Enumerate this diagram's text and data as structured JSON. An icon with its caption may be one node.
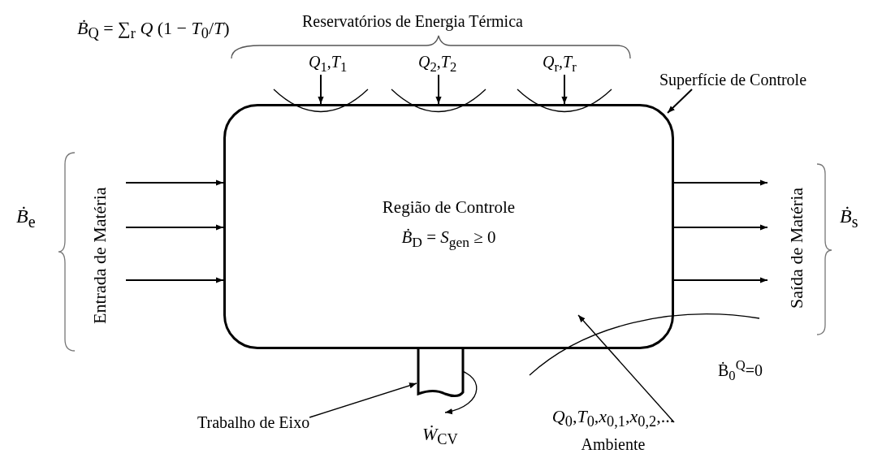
{
  "diagram": {
    "nodes": [
      {
        "text": [
          "*Q*$_{1}$,*T*$_{1}$"
        ]
      },
      {
        "text": [
          "*Q*$_{2}$,*T*$_{2}$"
        ]
      },
      {
        "text": [
          "*Q*$_{r}$,*T*$_{r}$"
        ]
      },
      {
        "text": [
          "Superfície de Controle"
        ]
      },
      {
        "text": [
          "Região de Controle",
          "*Ḃ*$_{D}$ = *S*$_{gen}$ ≥ 0"
        ]
      },
      {
        "text": [],
        "shape": "box"
      },
      {
        "text": [
          "Trabalho de Eixo"
        ]
      },
      {
        "text": [
          "*Q*$_{0}$,*T*$_{0}$,*x*$_{0,1}$,*x*$_{0,2}$,...",
          "Ambiente"
        ]
      }
    ],
    "edges": [
      {
        "from": 0,
        "to": 4,
        "arrow": "to"
      },
      {
        "from": 1,
        "to": 4,
        "arrow": "to"
      },
      {
        "from": 2,
        "to": 4,
        "arrow": "to"
      },
      {
        "from": 3,
        "to": 4,
        "arrow": "to"
      },
      {
        "from": null,
        "to": 4,
        "arrow": "to"
      },
      {
        "from": null,
        "to": 4,
        "arrow": "to"
      },
      {
        "from": null,
        "to": 4,
        "arrow": "to"
      },
      {
        "from": 4,
        "to": null,
        "arrow": "to"
      },
      {
        "from": 4,
        "to": null,
        "arrow": "to"
      },
      {
        "from": 4,
        "to": null,
        "arrow": "to"
      },
      {
        "from": 6,
        "to": 5,
        "arrow": "to"
      },
      {
        "from": 7,
        "to": 4,
        "arrow": "to"
      }
    ],
    "labels": [
      "*Ḃ*$_{Q}$ = ∑$_{r}$ *Q* (1 − *T*$_{0}$/*T*)",
      "Reservatórios de Energia Térmica",
      "Entrada de Matéria",
      "*Ḃ*$_{e}$",
      "Saída de Matéria",
      "*Ḃ*$_{s}$",
      "Ḃ$_{0}$$^{Q}$=0",
      "*Ẇ*$_{CV}$"
    ]
  }
}
